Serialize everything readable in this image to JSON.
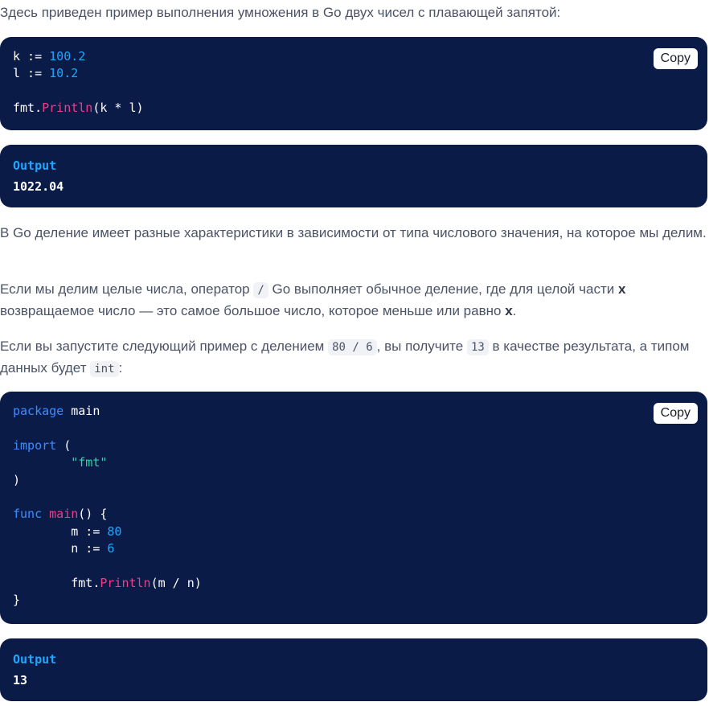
{
  "intro_text": "Здесь приведен пример выполнения умножения в Go двух чисел с плавающей запятой:",
  "code1": {
    "copy_label": "Copy",
    "l1_var": "k",
    "l1_op": " := ",
    "l1_val": "100.2",
    "l2_var": "l",
    "l2_op": " := ",
    "l2_val": "10.2",
    "l4_pkg": "fmt.",
    "l4_fn": "Println",
    "l4_args": "(k * l)"
  },
  "output1": {
    "label": "Output",
    "value": "1022.04"
  },
  "para1": "В Go деление имеет разные характеристики в зависимости от типа числового значения, на которое мы делим.",
  "para2": {
    "part1": "Если мы делим целые числа, оператор ",
    "code": "/",
    "part2": " Go выполняет обычное деление, где для целой части ",
    "bold1": "x",
    "part3": " возвращаемое число — это самое большое число, которое меньше или равно ",
    "bold2": "x",
    "part4": "."
  },
  "para3": {
    "part1": "Если вы запустите следующий пример с делением ",
    "code1": "80 / 6",
    "part2": ", вы получите ",
    "code2": "13",
    "part3": " в качестве результата, а типом данных будет ",
    "code3": "int",
    "part4": ":"
  },
  "code2": {
    "copy_label": "Copy",
    "l1_kw": "package",
    "l1_rest": " main",
    "l3_kw": "import",
    "l3_rest": " (",
    "l4_str": "\"fmt\"",
    "l5": ")",
    "l7_kw": "func",
    "l7_fn": " main",
    "l7_rest": "() {",
    "l8_var": "m",
    "l8_op": " := ",
    "l8_val": "80",
    "l9_var": "n",
    "l9_op": " := ",
    "l9_val": "6",
    "l11_pkg": "fmt.",
    "l11_fn": "Println",
    "l11_args": "(m / n)",
    "l12": "}"
  },
  "output2": {
    "label": "Output",
    "value": "13"
  }
}
